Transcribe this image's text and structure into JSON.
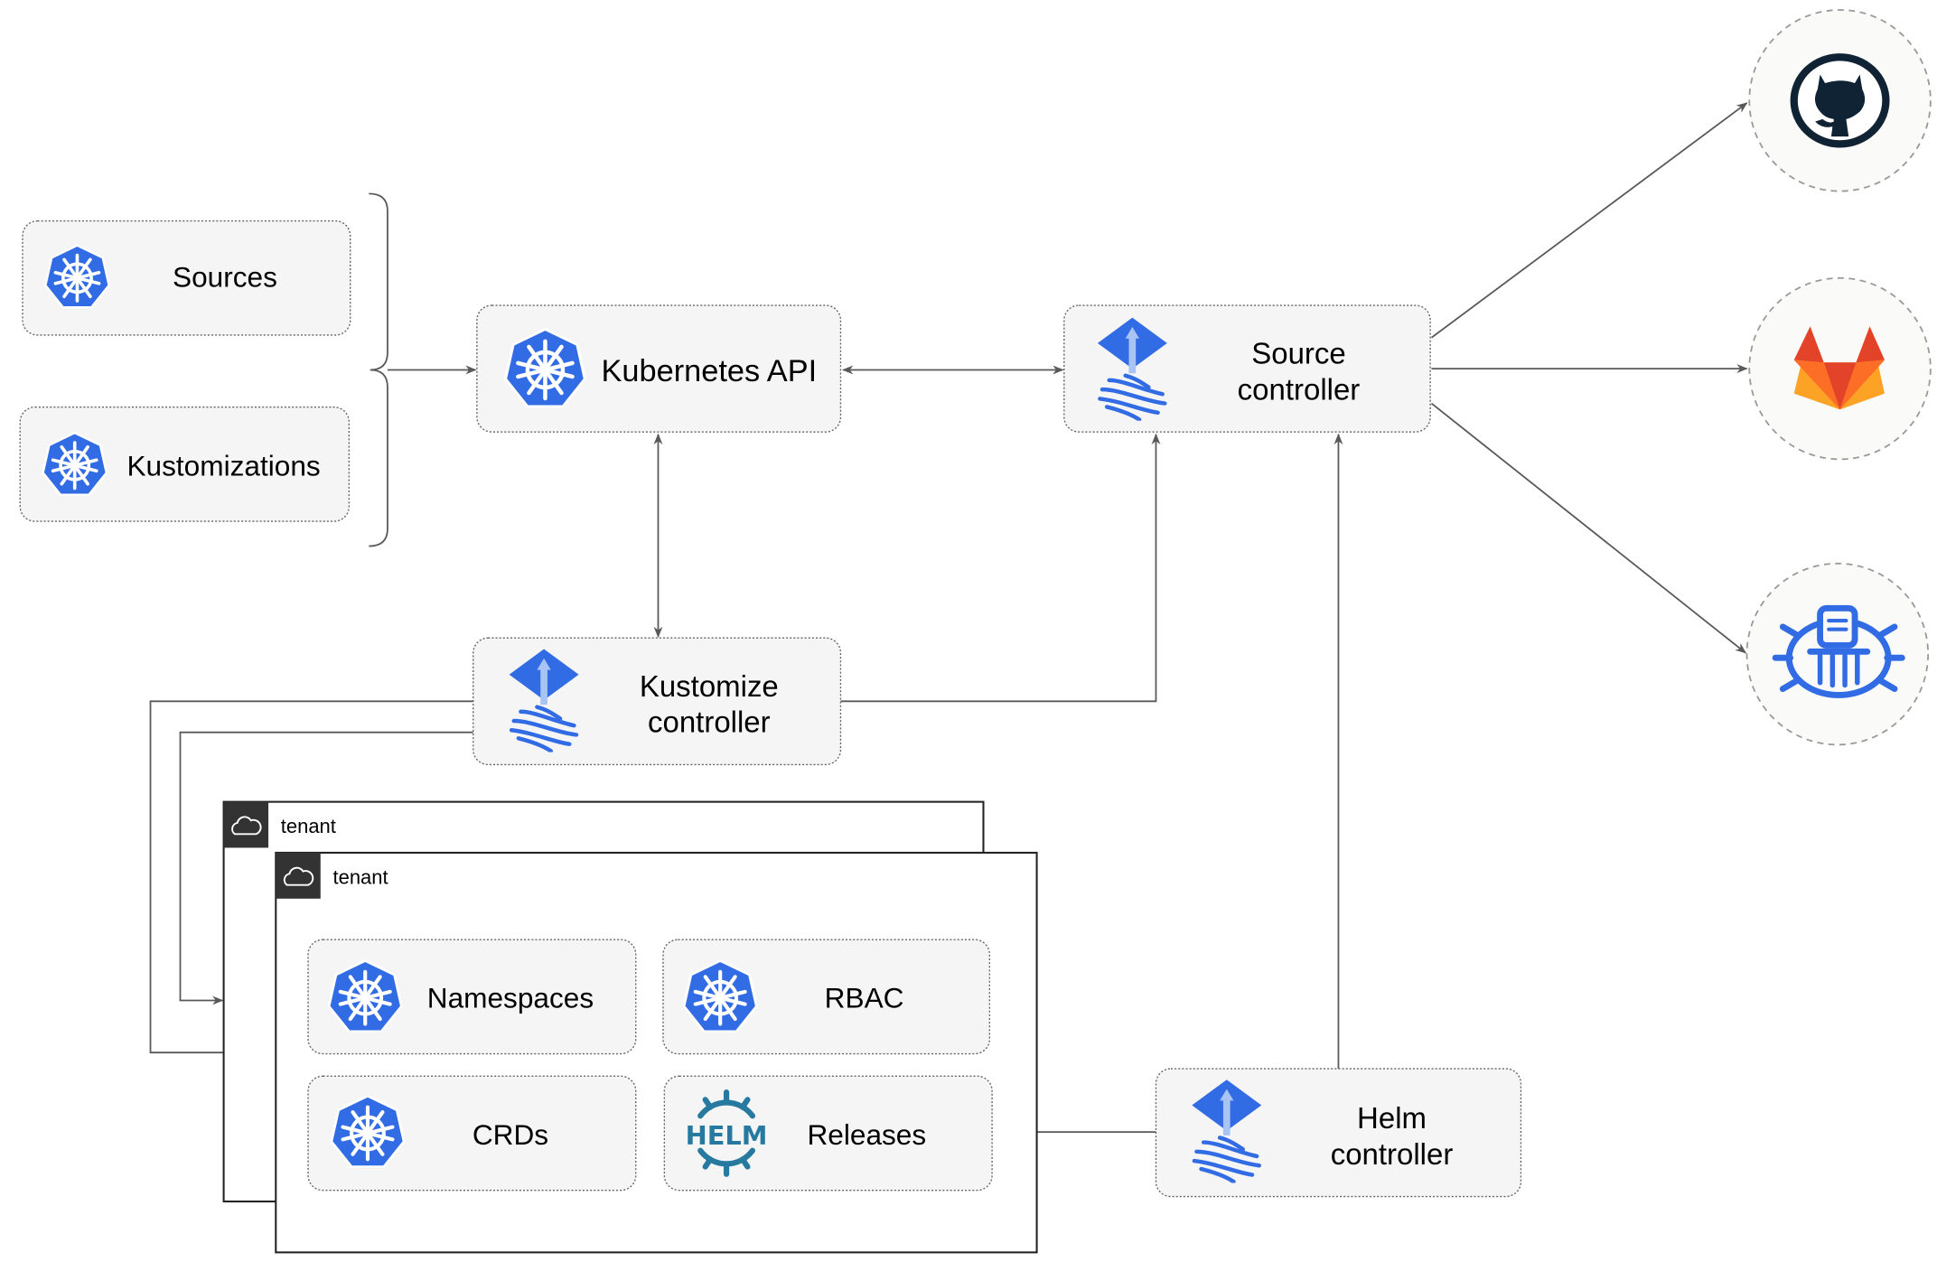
{
  "nodes": {
    "sources": {
      "label": "Sources",
      "icon": "kubernetes-icon"
    },
    "kustomizations": {
      "label": "Kustomizations",
      "icon": "kubernetes-icon"
    },
    "kubernetes_api": {
      "label": "Kubernetes API",
      "icon": "kubernetes-icon"
    },
    "source_controller": {
      "line1": "Source",
      "line2": "controller",
      "icon": "flux-icon"
    },
    "kustomize_controller": {
      "line1": "Kustomize",
      "line2": "controller",
      "icon": "flux-icon"
    },
    "helm_controller": {
      "line1": "Helm",
      "line2": "controller",
      "icon": "flux-icon"
    },
    "namespaces": {
      "label": "Namespaces",
      "icon": "kubernetes-icon"
    },
    "rbac": {
      "label": "RBAC",
      "icon": "kubernetes-icon"
    },
    "crds": {
      "label": "CRDs",
      "icon": "kubernetes-icon"
    },
    "releases": {
      "label": "Releases",
      "icon": "helm-icon",
      "icon_text": "HELM"
    }
  },
  "tenants": [
    {
      "label": "tenant",
      "icon": "cloud-icon"
    },
    {
      "label": "tenant",
      "icon": "cloud-icon"
    }
  ],
  "external": [
    {
      "icon": "github-icon"
    },
    {
      "icon": "gitlab-icon"
    },
    {
      "icon": "helm-repository-icon"
    }
  ],
  "colors": {
    "kubernetes_blue": "#326ce5",
    "helm_blue": "#277a9f",
    "github_dark": "#0f2334",
    "gitlab_orange": "#e24329",
    "gitlab_yellow": "#fca326",
    "node_fill": "#f5f5f5",
    "edge": "#595959"
  }
}
